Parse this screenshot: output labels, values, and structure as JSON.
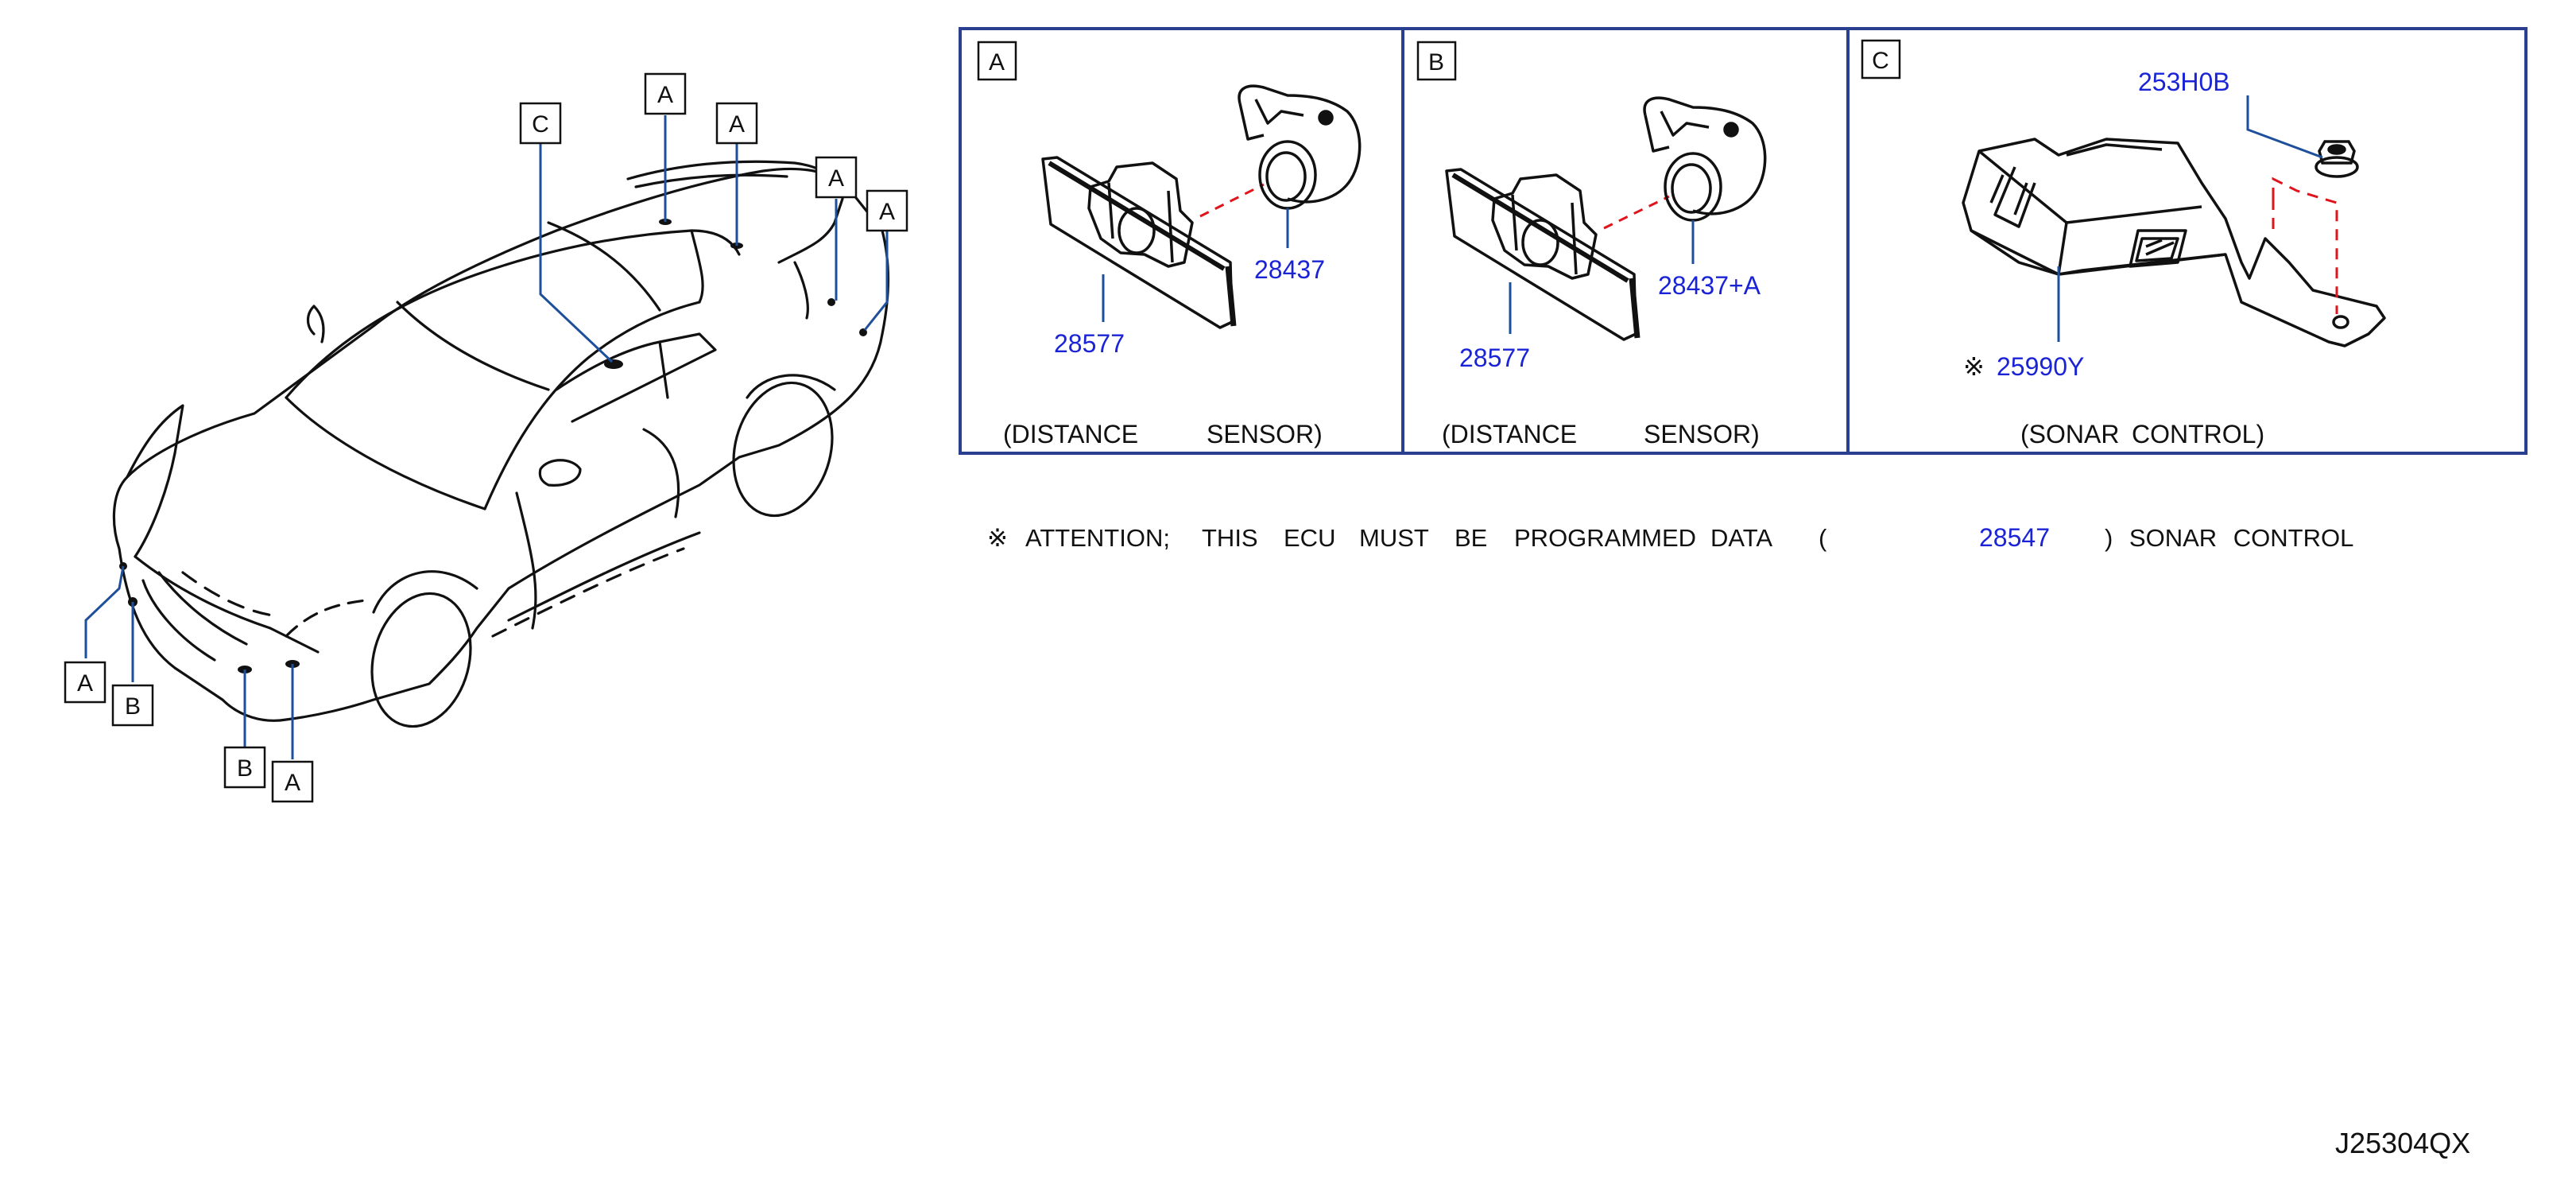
{
  "callouts": {
    "a": "A",
    "b": "B",
    "c": "C"
  },
  "panels": [
    {
      "letter": "A",
      "parts": [
        "28577",
        "28437"
      ],
      "caption_left": "(DISTANCE",
      "caption_right": "SENSOR)"
    },
    {
      "letter": "B",
      "parts": [
        "28577",
        "28437+A"
      ],
      "caption_left": "(DISTANCE",
      "caption_right": "SENSOR)"
    },
    {
      "letter": "C",
      "parts": [
        "253H0B",
        "25990Y"
      ],
      "caption_left": "(SONAR",
      "caption_right": "CONTROL)"
    }
  ],
  "marker": "※",
  "attention": {
    "lead": "ATTENTION;",
    "words": [
      "THIS",
      "ECU",
      "MUST",
      "BE",
      "PROGRAMMED",
      "DATA",
      "("
    ],
    "part": "28547",
    "tail": ") SONAR CONTROL"
  },
  "diagram_code": "J25304QX",
  "colors": {
    "part_number": "#1a24d6",
    "frame": "#2a3f8f",
    "leader": "#1e4f9a",
    "dashed": "#e0141c"
  }
}
